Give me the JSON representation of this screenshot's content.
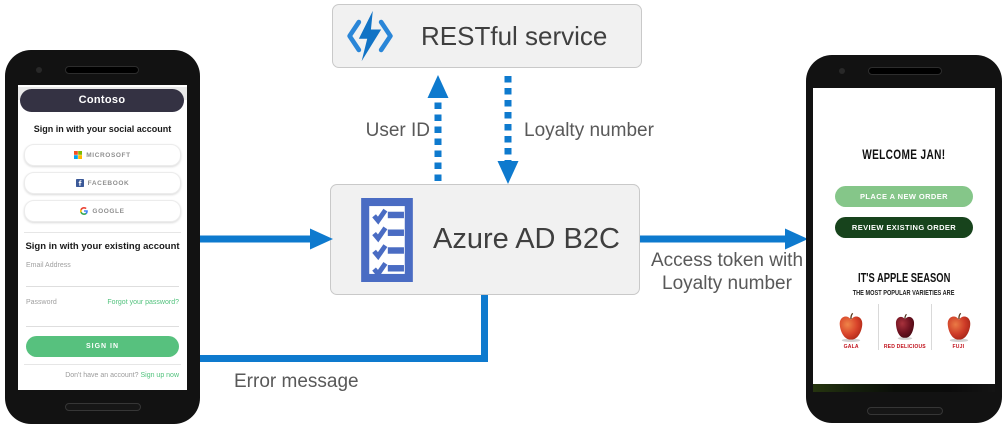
{
  "diagram": {
    "restful_box": {
      "label": "RESTful service"
    },
    "b2c_box": {
      "label": "Azure AD B2C"
    },
    "flow_labels": {
      "user_id": "User ID",
      "loyalty_number": "Loyalty number",
      "access_token_line1": "Access token with",
      "access_token_line2": "Loyalty number",
      "error_message": "Error message"
    },
    "colors": {
      "arrow_blue": "#0e7ace",
      "label_gray": "#595959",
      "box_fill": "#f1f1f1",
      "box_border": "#c9c9c9",
      "functions_icon_blue": "#2a86d8",
      "b2c_icon_blue": "#4a6cc3"
    }
  },
  "left_phone": {
    "app_title": "Contoso",
    "social_heading": "Sign in with your social account",
    "social_buttons": [
      {
        "provider": "microsoft",
        "label": "MICROSOFT"
      },
      {
        "provider": "facebook",
        "label": "FACEBOOK"
      },
      {
        "provider": "google",
        "label": "GOOGLE"
      }
    ],
    "existing_heading": "Sign in with your existing account",
    "email_label": "Email Address",
    "password_label": "Password",
    "forgot_password_link": "Forgot your password?",
    "sign_in_button": "SIGN IN",
    "signup_prompt": "Don't have an account? ",
    "signup_link": "Sign up now",
    "accent_green": "#52c27d",
    "header_dark": "#343243"
  },
  "right_phone": {
    "welcome_heading": "WELCOME JAN!",
    "place_order_button": "PLACE A NEW ORDER",
    "review_order_button": "REVIEW  EXISTING  ORDER",
    "season_heading": "IT'S APPLE SEASON",
    "season_subheading": "THE MOST POPULAR VARIETIES ARE",
    "apple_varieties": [
      {
        "name": "GALA"
      },
      {
        "name": "RED DELICIOUS"
      },
      {
        "name": "FUJI"
      }
    ],
    "light_green": "#85c689",
    "dark_green": "#17431c",
    "label_red": "#c1121c"
  }
}
